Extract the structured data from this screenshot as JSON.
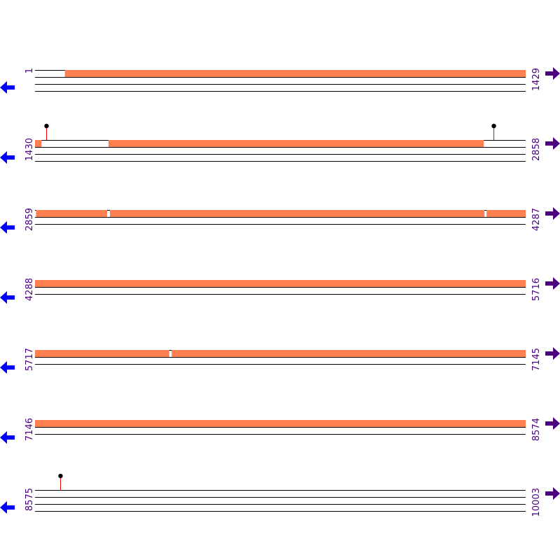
{
  "colors": {
    "feature": "#ff7f50",
    "line": "#000000",
    "marker_stem": "#ff0000",
    "marker_head": "#000000",
    "coord_text": "#4b0082",
    "arrow_left": "#0000ff",
    "arrow_right": "#4b0082"
  },
  "icons": {
    "left": "arrow-left-icon",
    "right": "arrow-right-icon"
  },
  "rows": [
    {
      "start": "1",
      "end": "1429",
      "range": [
        1,
        1429
      ],
      "strands": 4,
      "features": [
        [
          88,
          1429
        ]
      ],
      "markers": []
    },
    {
      "start": "1430",
      "end": "2858",
      "range": [
        1430,
        2858
      ],
      "strands": 4,
      "features": [
        [
          1430,
          1448
        ],
        [
          1644,
          2736
        ]
      ],
      "markers": [
        1463,
        2765
      ]
    },
    {
      "start": "2859",
      "end": "4287",
      "range": [
        2859,
        4287
      ],
      "strands": 3,
      "features": [
        [
          2862,
          3068
        ],
        [
          3077,
          4167
        ],
        [
          4174,
          4287
        ]
      ],
      "markers": []
    },
    {
      "start": "4288",
      "end": "5716",
      "range": [
        4288,
        5716
      ],
      "strands": 3,
      "features": [
        [
          4288,
          5716
        ]
      ],
      "markers": []
    },
    {
      "start": "5717",
      "end": "7145",
      "range": [
        5717,
        7145
      ],
      "strands": 3,
      "features": [
        [
          5717,
          6107
        ],
        [
          6115,
          7145
        ]
      ],
      "markers": []
    },
    {
      "start": "7146",
      "end": "8574",
      "range": [
        7146,
        8574
      ],
      "strands": 3,
      "features": [
        [
          7146,
          8574
        ]
      ],
      "markers": []
    },
    {
      "start": "8575",
      "end": "10003",
      "range": [
        8575,
        10003
      ],
      "strands": 4,
      "features": [],
      "markers": [
        8648
      ]
    }
  ]
}
